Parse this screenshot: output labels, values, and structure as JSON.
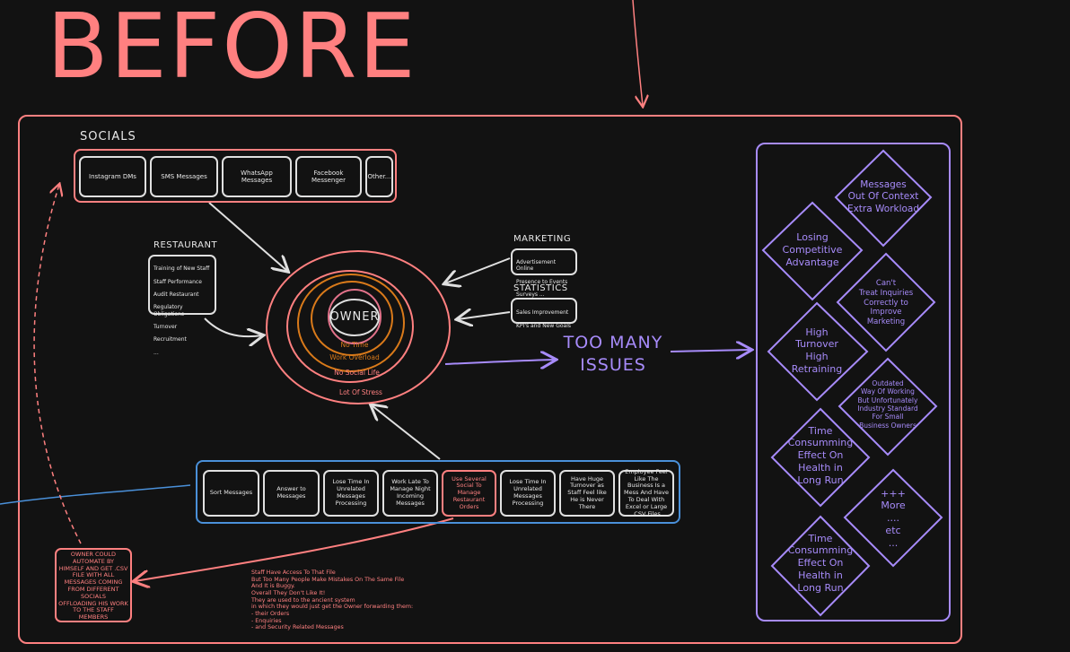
{
  "title": "BEFORE",
  "socials": {
    "label": "SOCIALS",
    "items": [
      "Instagram DMs",
      "SMS Messages",
      "WhatsApp Messages",
      "Facebook Messenger",
      "Other..."
    ]
  },
  "restaurant": {
    "label": "RESTAURANT",
    "lines": [
      "Training of New Staff",
      "Staff Performance",
      "Audit Restaurant",
      "Regulatory Obligations",
      "Turnover",
      "Recruitment",
      "..."
    ]
  },
  "marketing": {
    "label": "MARKETING",
    "lines": [
      "Advertisement Online",
      "Presence to Events",
      "Surveys ..."
    ]
  },
  "statistics": {
    "label": "STATISTICS",
    "lines": [
      "Sales Improvement",
      "KPI's and New Goals"
    ]
  },
  "owner": {
    "label": "OWNER",
    "rings": [
      "No Time",
      "Work Overload",
      "No Social Life",
      "Lot Of Stress"
    ]
  },
  "center_label": [
    "TOO MANY",
    "ISSUES"
  ],
  "tasks": [
    "Sort Messages",
    "Answer to Messages",
    "Lose Time In Unrelated Messages Processing",
    "Work Late To Manage Night Incoming Messages",
    "Use Several Social To Manage Restaurant Orders",
    "Lose Time In Unrelated Messages Processing",
    "Have Huge Turnover as Staff Feel like He is Never There",
    "Employee Feel Like The Business Is a Mess And Have To Deal With Excel or Large .CSV Files"
  ],
  "issues": [
    [
      "Messages",
      "Out Of Context",
      "Extra Workload"
    ],
    [
      "Losing",
      "Competitive",
      "Advantage"
    ],
    [
      "Can't",
      "Treat Inquiries",
      "Correctly to",
      "Improve",
      "Marketing"
    ],
    [
      "High",
      "Turnover",
      "High",
      "Retraining"
    ],
    [
      "Outdated",
      "Way Of Working",
      "But Unfortunately",
      "Industry Standard",
      "For Small",
      "Business Owners"
    ],
    [
      "Time",
      "Consumming",
      "Effect On",
      "Health in",
      "Long Run"
    ],
    [
      "+++",
      "More",
      "....",
      "etc",
      "..."
    ],
    [
      "Time",
      "Consumming",
      "Effect On",
      "Health in",
      "Long Run"
    ]
  ],
  "owner_note": [
    "OWNER COULD",
    "AUTOMATE BY",
    "HIMSELF AND GET .CSV",
    "FILE WITH ALL",
    "MESSAGES COMING",
    "FROM DIFFERENT",
    "SOCIALS",
    "OFFLOADING HIS WORK",
    "TO THE STAFF",
    "MEMBERS"
  ],
  "staff_note": [
    "Staff Have Access To That File",
    "But Too Many People Make Mistakes On The Same File",
    "And It is Buggy.",
    "Overall They Don't Like It!",
    "They are used to the ancient system",
    "in which they would just get the Owner forwarding them:",
    "- their Orders",
    "- Enquiries",
    "- and Security Related Messages"
  ],
  "colors": {
    "accent_red": "#ff8080",
    "accent_purple": "#a78bfa",
    "accent_blue": "#4a90d9",
    "ring_orange": "#d97a1a",
    "background": "#121212"
  }
}
